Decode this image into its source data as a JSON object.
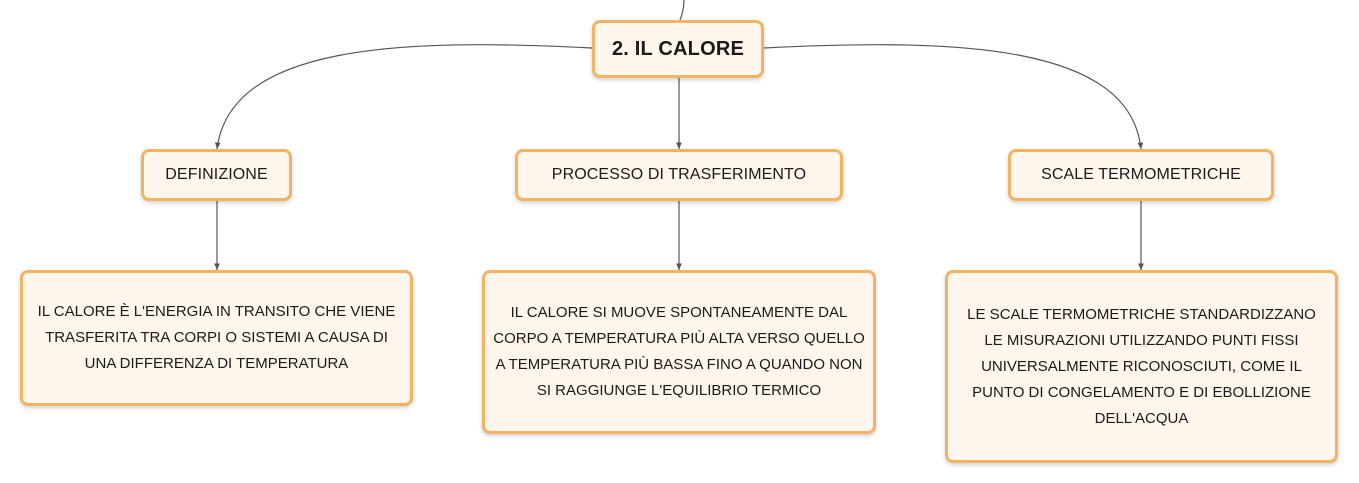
{
  "diagram": {
    "root": {
      "label": "2. IL CALORE"
    },
    "branches": [
      {
        "label": "DEFINIZIONE",
        "detail": "IL CALORE È L'ENERGIA IN TRANSITO CHE VIENE TRASFERITA TRA CORPI O SISTEMI A CAUSA DI UNA DIFFERENZA DI TEMPERATURA"
      },
      {
        "label": "PROCESSO DI TRASFERIMENTO",
        "detail": "IL CALORE SI MUOVE SPONTANEAMENTE DAL CORPO A TEMPERATURA PIÙ ALTA VERSO QUELLO A TEMPERATURA PIÙ BASSA FINO A QUANDO NON SI RAGGIUNGE L'EQUILIBRIO TERMICO"
      },
      {
        "label": "SCALE TERMOMETRICHE",
        "detail": "LE SCALE TERMOMETRICHE STANDARDIZZANO LE MISURAZIONI UTILIZZANDO PUNTI FISSI UNIVERSALMENTE RICONOSCIUTI, COME IL PUNTO DI CONGELAMENTO E DI EBOLLIZIONE DELL'ACQUA"
      }
    ],
    "colors": {
      "node_border": "#f2b463",
      "node_fill": "#fff6ee",
      "connector": "#555555"
    }
  }
}
